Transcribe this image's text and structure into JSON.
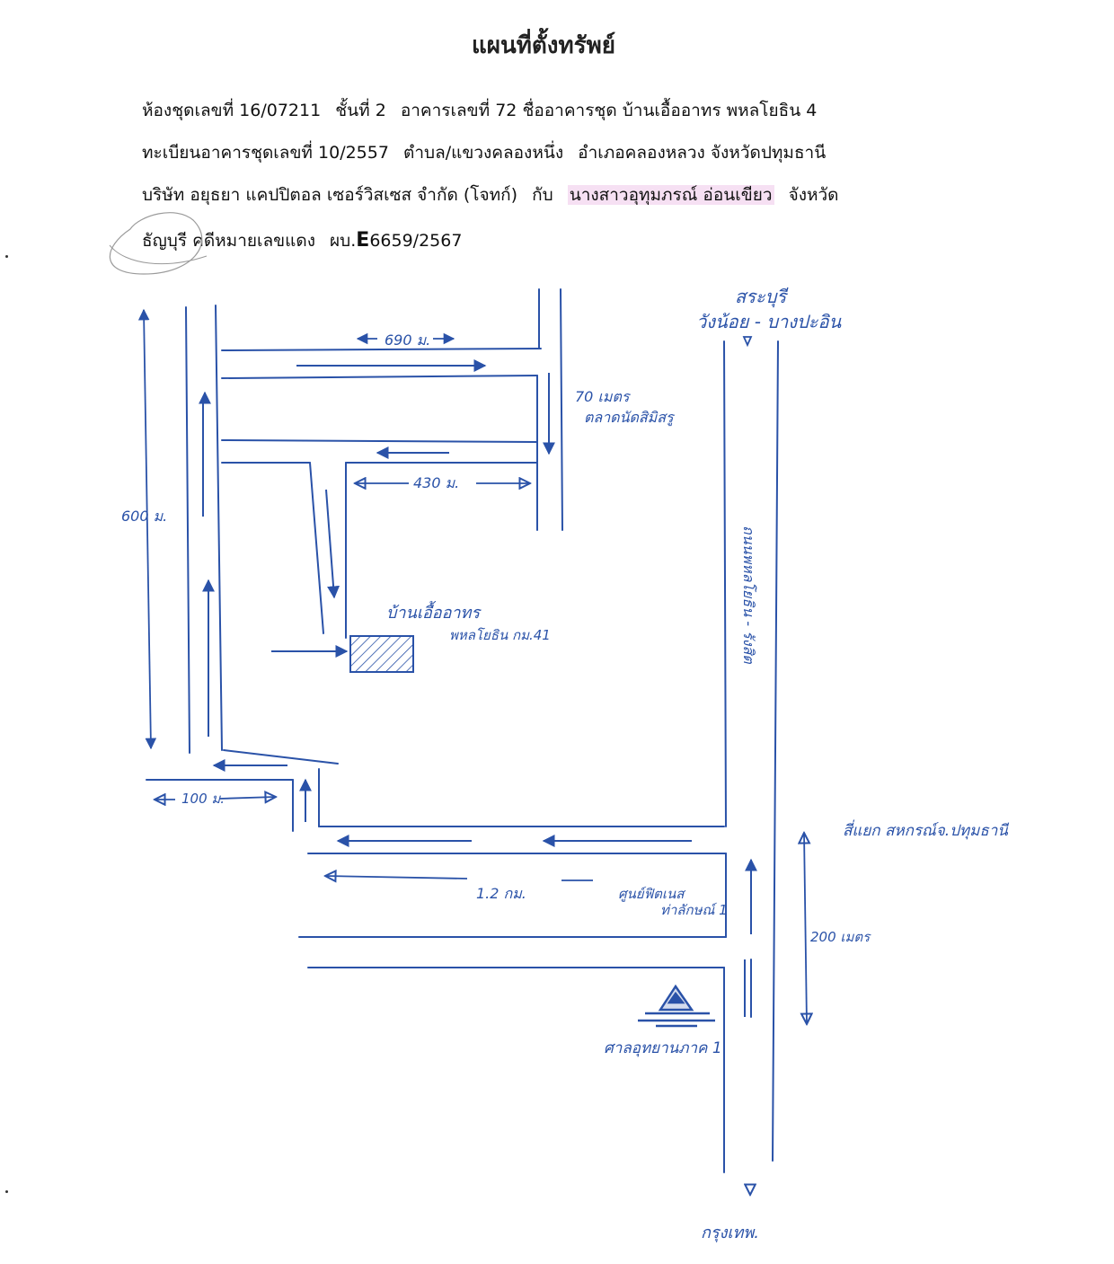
{
  "title": "แผนที่ตั้งทรัพย์",
  "header": {
    "line1": {
      "unit_label": "ห้องชุดเลขที่",
      "unit_no": "16/07211",
      "floor_label": "ชั้นที่",
      "floor_no": "2",
      "building_label": "อาคารเลขที่",
      "building_no": "72",
      "condo_label": "ชื่ออาคารชุด",
      "condo_name": "บ้านเอื้ออาทร พหลโยธิน 4"
    },
    "line2": {
      "reg_label": "ทะเบียนอาคารชุดเลขที่",
      "reg_no": "10/2557",
      "subdistrict": "ตำบล/แขวงคลองหนึ่ง",
      "district": "อำเภอคลองหลวง",
      "province": "จังหวัดปทุมธานี"
    },
    "line3": {
      "plaintiff": "บริษัท อยุธยา แคปปิตอล เซอร์วิสเซส จำกัด (โจทก์)",
      "with_label": "กับ",
      "defendant": "นางสาวอุทุมภรณ์ อ่อนเขียว",
      "province_label": "จังหวัด"
    },
    "line4": {
      "province_name": "ธัญบุรี",
      "case_label": "คดีหมายเลขแดง",
      "case_prefix": "ผบ.",
      "case_letter": "E",
      "case_no": "6659/2567"
    }
  },
  "map_labels": {
    "north_dest_1": "สระบุรี",
    "north_dest_2": "วังน้อย - บางปะอิน",
    "dist_top": "690 ม.",
    "market_dist": "70 เมตร",
    "market_name": "ตลาดนัดสิมิสรู",
    "dist_mid": "430 ม.",
    "dist_left": "600 ม.",
    "building_label_1": "บ้านเอื้ออาทร",
    "building_label_2": "พหลโยธิน กม.41",
    "highway_label": "ถนนพหลโยธิน - รังสิต",
    "dist_bottom_left": "100 ม.",
    "dist_long": "1.2 กม.",
    "shop_name_1": "ศูนย์ฟิตเนส",
    "shop_name_2": "ท่าลักษณ์ 1",
    "fork_label": "สี่แยก สหกรณ์จ.ปทุมธานี",
    "dist_200": "200 เมตร",
    "shrine_name": "ศาลอุทยานภาค 1",
    "south_dest": "กรุงเทพ."
  },
  "colors": {
    "ink": "#2a52a8",
    "highlight": "#f6e0f3"
  }
}
